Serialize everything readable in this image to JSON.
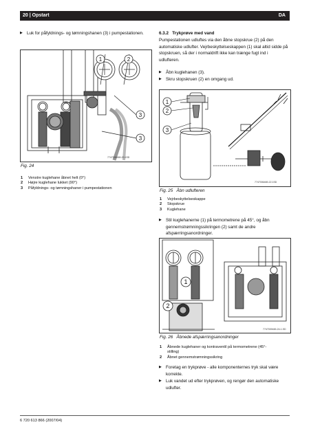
{
  "header": {
    "page": "20",
    "separator": "|",
    "section": "Opstart",
    "lang": "DA"
  },
  "left": {
    "intro_bullet": "Luk for påfyldnings- og tømningshanen (3) i pumpestationen.",
    "fig24": {
      "caption": "Fig. 24",
      "code": "7747006469-20.1SD",
      "callouts": [
        "1",
        "2",
        "3",
        "3"
      ],
      "legend": [
        {
          "n": "1",
          "t": "Venstre kuglehane åbnet helt (0°)"
        },
        {
          "n": "2",
          "t": "Højre kuglehane lukket (90°)"
        },
        {
          "n": "3",
          "t": "Påfyldnings- og tømningshaner i pumpestationen"
        }
      ]
    }
  },
  "right": {
    "heading_num": "6.3.2",
    "heading": "Trykprøve med vand",
    "para": "Pumpestationen udluftes via den åbne stopskrue (2) på den automatiske udlufter. Vejrbeskyttelseskappen (1) skal altid sidde på stopskruen, så der i normaldrift ikke kan trænge fugt ind i udlufteren.",
    "bullets1": [
      "Åbn kuglehanen (3).",
      "Skru stopskruen (2) en omgang ud."
    ],
    "fig25": {
      "caption": "Fig. 25",
      "title": "Åbn udlufteren",
      "code": "7747006469-22.1SD",
      "callouts": [
        "1",
        "2",
        "3"
      ],
      "legend": [
        {
          "n": "1",
          "t": "Vejrbeskyttelseskappe"
        },
        {
          "n": "2",
          "t": "Stopskrue"
        },
        {
          "n": "3",
          "t": "Kuglehane"
        }
      ]
    },
    "bullet2": "Stil kuglehanerne (1) på termometrene på 45°, og åbn gennemstrømningssikringen (2) samt de andre afspærringsanordninger.",
    "fig26": {
      "caption": "Fig. 26",
      "title": "Åbnede afspærringsanordninger",
      "code": "7747009469-24-1.SD",
      "callouts": [
        "1",
        "2"
      ],
      "legend": [
        {
          "n": "1",
          "t": "Åbnede kuglehaner og kontraventil på termometrene (45°-stilling)"
        },
        {
          "n": "2",
          "t": "Åbnet gennemstrømningssikring"
        }
      ]
    },
    "bullets3": [
      "Foretag en trykprøve - alle komponenternes tryk skal være korrekte.",
      "Luk vandet ud efter trykprøven, og rengør den automatiske udlufter."
    ]
  },
  "footer": "6 720 613 866 (2007/04)"
}
